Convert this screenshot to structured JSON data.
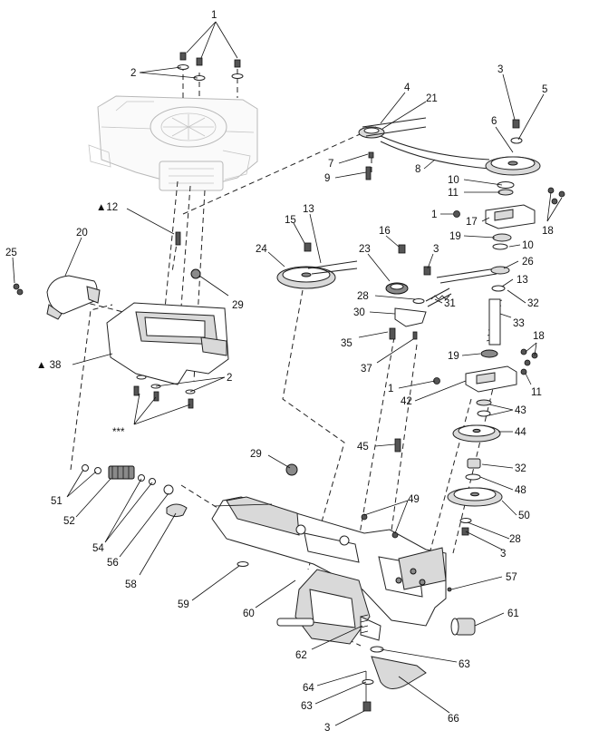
{
  "callouts": [
    {
      "id": "c-1-top",
      "text": "1"
    },
    {
      "id": "c-2-top",
      "text": "2"
    },
    {
      "id": "c-3-a",
      "text": "3"
    },
    {
      "id": "c-5",
      "text": "5"
    },
    {
      "id": "c-4",
      "text": "4"
    },
    {
      "id": "c-21",
      "text": "21"
    },
    {
      "id": "c-6",
      "text": "6"
    },
    {
      "id": "c-7",
      "text": "7"
    },
    {
      "id": "c-8",
      "text": "8"
    },
    {
      "id": "c-9",
      "text": "9"
    },
    {
      "id": "c-10-a",
      "text": "10"
    },
    {
      "id": "c-11-a",
      "text": "11"
    },
    {
      "id": "c-1-b",
      "text": "1"
    },
    {
      "id": "c-17",
      "text": "17"
    },
    {
      "id": "c-18-a",
      "text": "18"
    },
    {
      "id": "c-12",
      "text": "▲12"
    },
    {
      "id": "c-13-a",
      "text": "13"
    },
    {
      "id": "c-15",
      "text": "15"
    },
    {
      "id": "c-16",
      "text": "16"
    },
    {
      "id": "c-19-a",
      "text": "19"
    },
    {
      "id": "c-10-b",
      "text": "10"
    },
    {
      "id": "c-20",
      "text": "20"
    },
    {
      "id": "c-25",
      "text": "25"
    },
    {
      "id": "c-24",
      "text": "24"
    },
    {
      "id": "c-23",
      "text": "23"
    },
    {
      "id": "c-3-b",
      "text": "3"
    },
    {
      "id": "c-26",
      "text": "26"
    },
    {
      "id": "c-13-b",
      "text": "13"
    },
    {
      "id": "c-29-a",
      "text": "29"
    },
    {
      "id": "c-28-a",
      "text": "28"
    },
    {
      "id": "c-31",
      "text": "31"
    },
    {
      "id": "c-32-a",
      "text": "32"
    },
    {
      "id": "c-30",
      "text": "30"
    },
    {
      "id": "c-33",
      "text": "33"
    },
    {
      "id": "c-35",
      "text": "35"
    },
    {
      "id": "c-38",
      "text": "▲ 38"
    },
    {
      "id": "c-37",
      "text": "37"
    },
    {
      "id": "c-18-b",
      "text": "18"
    },
    {
      "id": "c-19-b",
      "text": "19"
    },
    {
      "id": "c-2-b",
      "text": "2"
    },
    {
      "id": "c-1-c",
      "text": "1"
    },
    {
      "id": "c-11-b",
      "text": "11"
    },
    {
      "id": "c-42",
      "text": "42"
    },
    {
      "id": "c-stars",
      "text": "***"
    },
    {
      "id": "c-43",
      "text": "43"
    },
    {
      "id": "c-44",
      "text": "44"
    },
    {
      "id": "c-45",
      "text": "45"
    },
    {
      "id": "c-29-b",
      "text": "29"
    },
    {
      "id": "c-32-b",
      "text": "32"
    },
    {
      "id": "c-51",
      "text": "51"
    },
    {
      "id": "c-48",
      "text": "48"
    },
    {
      "id": "c-52",
      "text": "52"
    },
    {
      "id": "c-49",
      "text": "49"
    },
    {
      "id": "c-50",
      "text": "50"
    },
    {
      "id": "c-54",
      "text": "54"
    },
    {
      "id": "c-28-b",
      "text": "28"
    },
    {
      "id": "c-56",
      "text": "56"
    },
    {
      "id": "c-3-c",
      "text": "3"
    },
    {
      "id": "c-58",
      "text": "58"
    },
    {
      "id": "c-57",
      "text": "57"
    },
    {
      "id": "c-59",
      "text": "59"
    },
    {
      "id": "c-60",
      "text": "60"
    },
    {
      "id": "c-61",
      "text": "61"
    },
    {
      "id": "c-62",
      "text": "62"
    },
    {
      "id": "c-63-a",
      "text": "63"
    },
    {
      "id": "c-64",
      "text": "64"
    },
    {
      "id": "c-63-b",
      "text": "63"
    },
    {
      "id": "c-66",
      "text": "66"
    },
    {
      "id": "c-3-d",
      "text": "3"
    }
  ]
}
